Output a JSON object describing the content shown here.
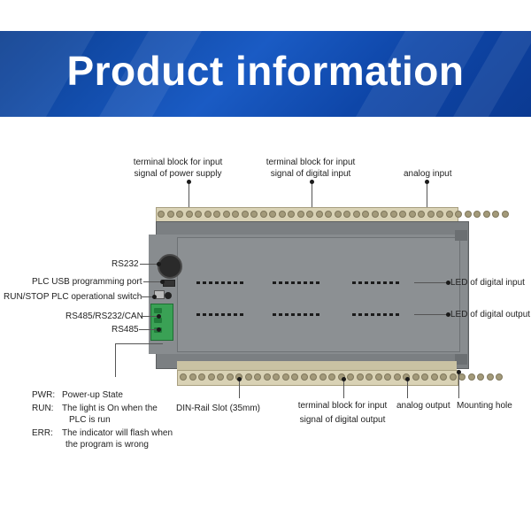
{
  "banner": {
    "title": "Product information"
  },
  "labels": {
    "top_power_1": "terminal block for input",
    "top_power_2": "signal of power supply",
    "top_digital_in_1": "terminal block for input",
    "top_digital_in_2": "signal of digital input",
    "top_analog_in": "analog input",
    "rs232": "RS232",
    "usb_port": "PLC USB programming port",
    "run_stop": "RUN/STOP PLC operational switch",
    "rs485_combo": "RS485/RS232/CAN",
    "rs485": "RS485",
    "led_digital_input": "LED of digital input",
    "led_digital_output": "LED of digital output",
    "din_rail": "DIN-Rail Slot (35mm)",
    "bottom_digital_out_1": "terminal block for input",
    "bottom_digital_out_2": "signal of digital output",
    "analog_output": "analog output",
    "mounting_hole": "Mounting hole"
  },
  "legend": {
    "pwr_key": "PWR:",
    "pwr_val": "Power-up State",
    "run_key": "RUN:",
    "run_val_1": "The light is On when the",
    "run_val_2": "PLC is run",
    "err_key": "ERR:",
    "err_val_1": "The indicator will flash when",
    "err_val_2": "the program is wrong"
  }
}
